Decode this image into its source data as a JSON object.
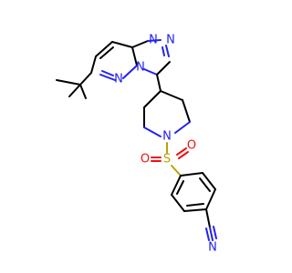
{
  "molecule": {
    "atoms": [
      {
        "label": "N",
        "color": "#2222ee"
      },
      {
        "label": "N",
        "color": "#2222ee"
      },
      {
        "label": "N",
        "color": "#2222ee"
      },
      {
        "label": "N",
        "color": "#2222ee"
      },
      {
        "label": "N",
        "color": "#2222ee"
      },
      {
        "label": "S",
        "color": "#b8a400"
      },
      {
        "label": "O",
        "color": "#ee1111"
      },
      {
        "label": "O",
        "color": "#ee1111"
      },
      {
        "label": "N",
        "color": "#2222ee"
      }
    ]
  }
}
